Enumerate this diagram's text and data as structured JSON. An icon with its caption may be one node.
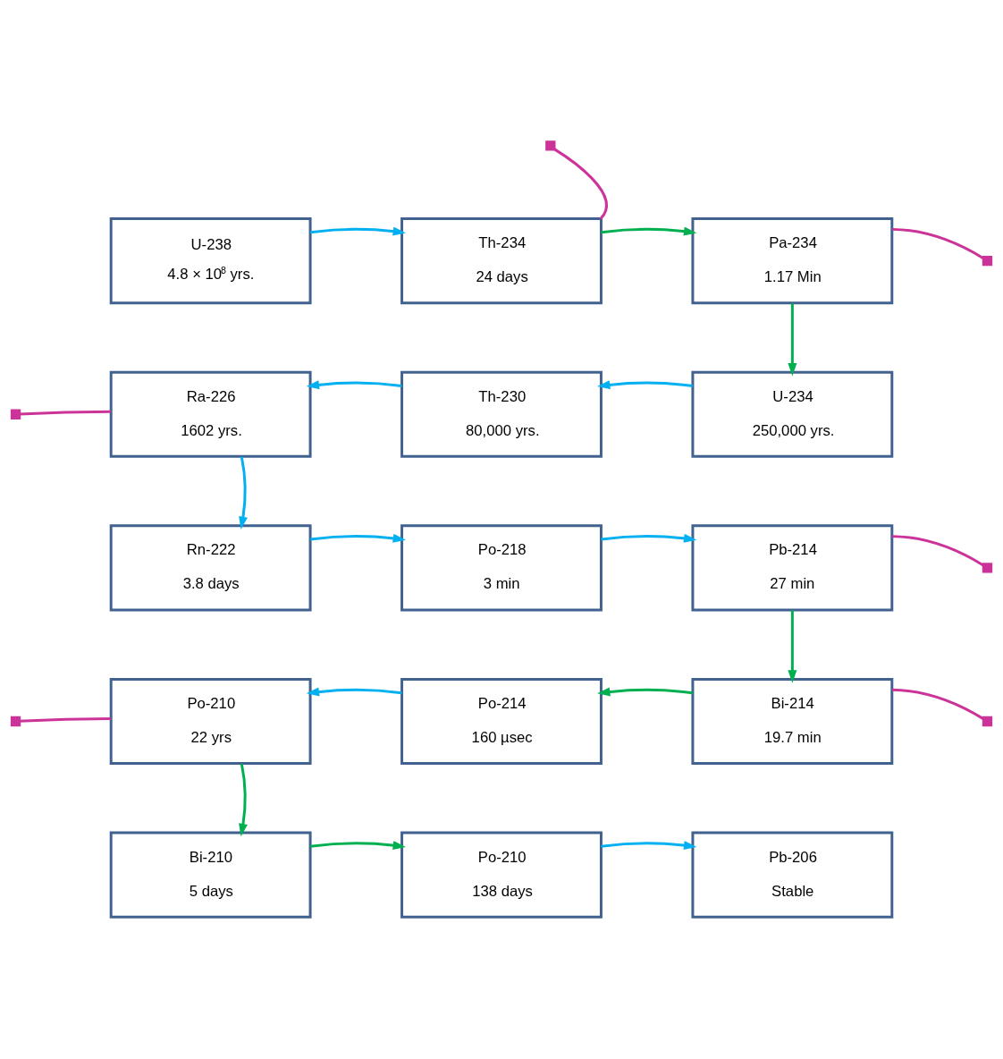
{
  "diagram": {
    "nodes": [
      {
        "text": [
          "U-238",
          "4.8 × 10$^{8}$ yrs."
        ]
      },
      {
        "text": [
          "Th-234",
          "24 days"
        ]
      },
      {
        "text": [
          "Pa-234",
          "1.17 Min"
        ]
      },
      {
        "text": [
          "U-234",
          "250,000 yrs."
        ]
      },
      {
        "text": [
          "Th-230",
          "80,000 yrs."
        ]
      },
      {
        "text": [
          "Ra-226",
          "1602 yrs."
        ]
      },
      {
        "text": [
          "Rn-222",
          "3.8 days"
        ]
      },
      {
        "text": [
          "Po-218",
          "3 min"
        ]
      },
      {
        "text": [
          "Pb-214",
          "27 min"
        ]
      },
      {
        "text": [
          "Bi-214",
          "19.7 min"
        ]
      },
      {
        "text": [
          "Po-214",
          "160 µsec"
        ]
      },
      {
        "text": [
          "Po-210",
          "22 yrs"
        ]
      },
      {
        "text": [
          "Bi-210",
          "5 days"
        ]
      },
      {
        "text": [
          "Po-210",
          "138 days"
        ]
      },
      {
        "text": [
          "Pb-206",
          "Stable"
        ]
      }
    ],
    "edges": [
      {
        "from": 0,
        "to": 1,
        "arrow": "to"
      },
      {
        "from": 1,
        "to": 2,
        "arrow": "to",
        "color": "#00b050"
      },
      {
        "from": 2,
        "to": 3,
        "arrow": "to",
        "color": "#00b050"
      },
      {
        "from": 3,
        "to": 4,
        "arrow": "to"
      },
      {
        "from": 4,
        "to": 5,
        "arrow": "to"
      },
      {
        "from": 5,
        "to": 6,
        "arrow": "to"
      },
      {
        "from": 6,
        "to": 7,
        "arrow": "to"
      },
      {
        "from": 7,
        "to": 8,
        "arrow": "to"
      },
      {
        "from": 8,
        "to": 9,
        "arrow": "to",
        "color": "#00b050"
      },
      {
        "from": 9,
        "to": 10,
        "arrow": "to",
        "color": "#00b050"
      },
      {
        "from": 10,
        "to": 11,
        "arrow": "to"
      },
      {
        "from": 11,
        "to": 12,
        "arrow": "to",
        "color": "#00b050"
      },
      {
        "from": 12,
        "to": 13,
        "arrow": "to",
        "color": "#00b050"
      },
      {
        "from": 13,
        "to": 14,
        "arrow": "to"
      },
      {
        "from": 1,
        "to": null,
        "arrow": "other",
        "color": "#cc3399"
      },
      {
        "from": 2,
        "to": null,
        "arrow": "other",
        "color": "#cc3399"
      },
      {
        "from": 5,
        "to": null,
        "arrow": "other",
        "color": "#cc3399"
      },
      {
        "from": 8,
        "to": null,
        "arrow": "other",
        "color": "#cc3399"
      },
      {
        "from": 9,
        "to": null,
        "arrow": "other",
        "color": "#cc3399"
      },
      {
        "from": 11,
        "to": null,
        "arrow": "other",
        "color": "#cc3399"
      }
    ]
  }
}
